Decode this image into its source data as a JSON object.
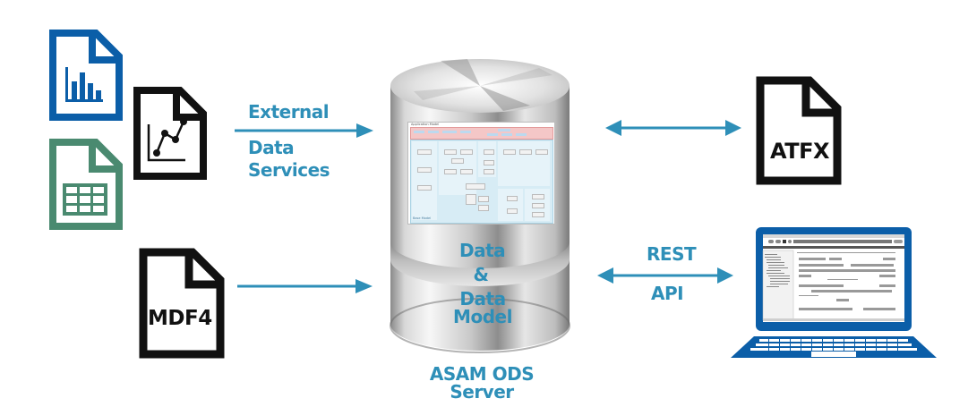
{
  "diagram": {
    "title": "ASAM ODS Server",
    "colors": {
      "accent": "#2e8fb8",
      "doc_blue": "#0b5ea8",
      "doc_green": "#4a8a70",
      "doc_black": "#111111",
      "laptop": "#0b5ea8"
    },
    "inputs": [
      {
        "id": "report-doc",
        "icon": "bar-chart-document-icon",
        "color": "#0b5ea8"
      },
      {
        "id": "chart-doc",
        "icon": "line-chart-document-icon",
        "color": "#111111"
      },
      {
        "id": "spreadsheet-doc",
        "icon": "spreadsheet-document-icon",
        "color": "#4a8a70"
      },
      {
        "id": "mdf4-doc",
        "icon": "mdf4-file-icon",
        "label": "MDF4"
      }
    ],
    "edges": {
      "external": {
        "lines": [
          "External",
          "Data",
          "Services"
        ],
        "direction": "to-server"
      },
      "mdf4": {
        "direction": "to-server"
      },
      "atfx": {
        "direction": "bidirectional"
      },
      "rest": {
        "top": "REST",
        "bottom": "API",
        "direction": "bidirectional"
      }
    },
    "server": {
      "lines": [
        "Data",
        "&",
        "Data Model"
      ],
      "caption": "ASAM ODS Server",
      "screenshot": {
        "title": "Application Model",
        "footer_left": "Base Model"
      }
    },
    "outputs": [
      {
        "id": "atfx-file",
        "icon": "atfx-file-icon",
        "label": "ATFX"
      },
      {
        "id": "web-client",
        "icon": "laptop-icon"
      }
    ]
  }
}
